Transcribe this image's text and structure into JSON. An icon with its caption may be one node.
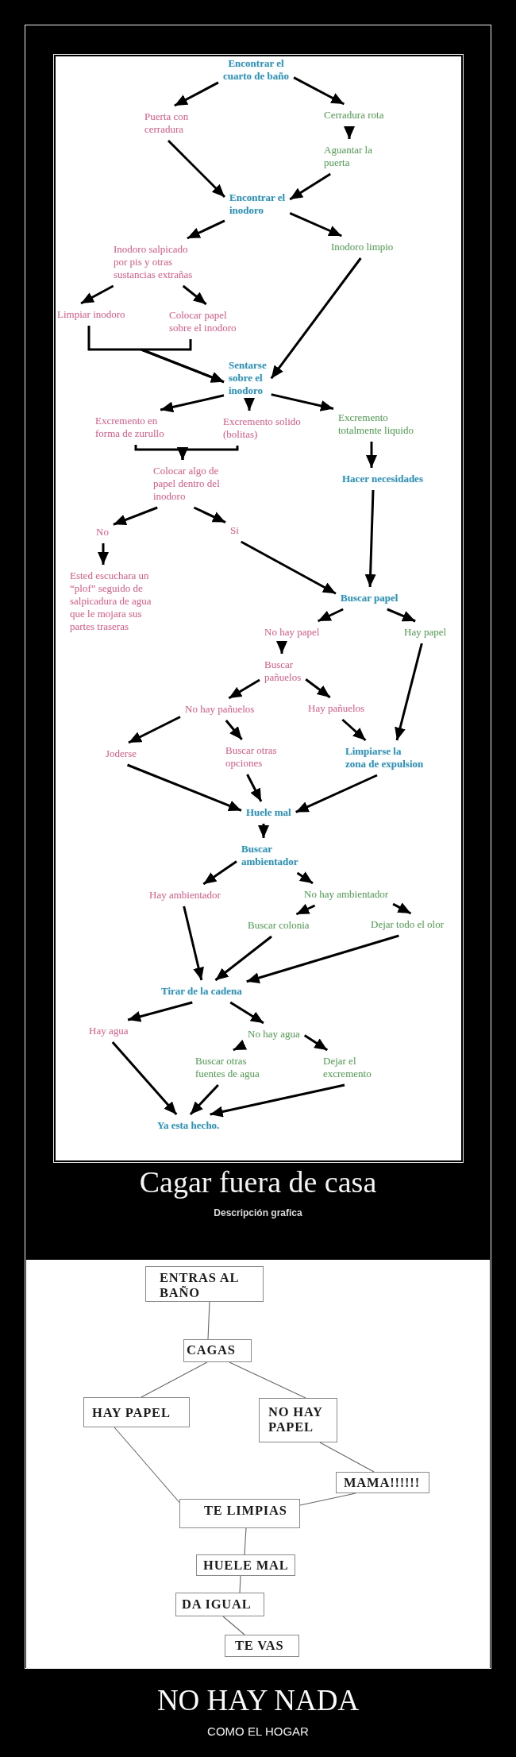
{
  "diagram": {
    "title": "NO HAY NADA",
    "caption": "COMO EL HOGAR",
    "nodes": [
      {
        "text": [
          "Encontrar el cuarto de baño"
        ]
      },
      {
        "text": [
          "Puerta con cerradura"
        ]
      },
      {
        "text": [
          "Cerradura rota"
        ]
      },
      {
        "text": [
          "Aguantar la puerta"
        ]
      },
      {
        "text": [
          "Encontrar el inodoro"
        ]
      },
      {
        "text": [
          "Inodoro salpicado por pis y otras sustancias extrañas"
        ]
      },
      {
        "text": [
          "Inodoro limpio"
        ]
      },
      {
        "text": [
          "Limpiar inodoro"
        ]
      },
      {
        "text": [
          "Colocar papel sobre el inodoro"
        ]
      },
      {
        "text": [
          "Sentarse sobre el inodoro"
        ]
      },
      {
        "text": [
          "Excremento en forma de zurullo"
        ]
      },
      {
        "text": [
          "Excremento solido (bolitas)"
        ]
      },
      {
        "text": [
          "Excremento totalmente liquido"
        ]
      },
      {
        "text": [
          "Colocar algo de papel dentro del inodoro"
        ]
      },
      {
        "text": [
          "Hacer necesidades"
        ]
      },
      {
        "text": [
          "No"
        ]
      },
      {
        "text": [
          "Si"
        ]
      },
      {
        "text": [
          "Ested escuchara un “plof” seguido de salpicadura de agua que le mojara sus partes traseras"
        ]
      },
      {
        "text": [
          "Buscar papel"
        ]
      },
      {
        "text": [
          "No hay papel"
        ]
      },
      {
        "text": [
          "Hay papel"
        ]
      },
      {
        "text": [
          "Buscar pañuelos"
        ]
      },
      {
        "text": [
          "No hay pañuelos"
        ]
      },
      {
        "text": [
          "Hay pañuelos"
        ]
      },
      {
        "text": [
          "Joderse"
        ]
      },
      {
        "text": [
          "Buscar otras opciones"
        ]
      },
      {
        "text": [
          "Limpiarse la zona de expulsion"
        ]
      },
      {
        "text": [
          "Huele mal"
        ]
      },
      {
        "text": [
          "Buscar ambientador"
        ]
      },
      {
        "text": [
          "Hay ambientador"
        ]
      },
      {
        "text": [
          "No hay ambientador"
        ]
      },
      {
        "text": [
          "Buscar colonia"
        ]
      },
      {
        "text": [
          "Dejar todo el olor"
        ]
      },
      {
        "text": [
          "Tirar de la cadena"
        ]
      },
      {
        "text": [
          "Hay agua"
        ]
      },
      {
        "text": [
          "No hay agua"
        ]
      },
      {
        "text": [
          "Buscar otras fuentes de agua"
        ]
      },
      {
        "text": [
          "Dejar el excremento"
        ]
      },
      {
        "text": [
          "Ya esta hecho."
        ]
      },
      {
        "text": [
          "ENTRAS AL BAÑO"
        ]
      },
      {
        "text": [
          "CAGAS"
        ]
      },
      {
        "text": [
          "HAY PAPEL"
        ]
      },
      {
        "text": [
          "NO HAY PAPEL"
        ]
      },
      {
        "text": [
          "MAMA!!!!!!"
        ]
      },
      {
        "text": [
          "TE LIMPIAS"
        ]
      },
      {
        "text": [
          "HUELE MAL"
        ]
      },
      {
        "text": [
          "DA IGUAL"
        ]
      },
      {
        "text": [
          "TE VAS"
        ]
      }
    ],
    "edges": [
      {
        "from": 0,
        "to": 1,
        "arrow": "to"
      },
      {
        "from": 0,
        "to": 2,
        "arrow": "to"
      },
      {
        "from": 2,
        "to": 3,
        "arrow": "to"
      },
      {
        "from": 1,
        "to": 4,
        "arrow": "to"
      },
      {
        "from": 3,
        "to": 4,
        "arrow": "to"
      },
      {
        "from": 4,
        "to": 5,
        "arrow": "to"
      },
      {
        "from": 4,
        "to": 6,
        "arrow": "to"
      },
      {
        "from": 5,
        "to": 7,
        "arrow": "to"
      },
      {
        "from": 5,
        "to": 8,
        "arrow": "to"
      },
      {
        "from": 7,
        "to": 9,
        "arrow": "to"
      },
      {
        "from": 8,
        "to": 9,
        "arrow": "to"
      },
      {
        "from": 6,
        "to": 9,
        "arrow": "to"
      },
      {
        "from": 9,
        "to": 10,
        "arrow": "to"
      },
      {
        "from": 9,
        "to": 11,
        "arrow": "to"
      },
      {
        "from": 9,
        "to": 12,
        "arrow": "to"
      },
      {
        "from": 10,
        "to": 13,
        "arrow": "to"
      },
      {
        "from": 11,
        "to": 13,
        "arrow": "to"
      },
      {
        "from": 12,
        "to": 14,
        "arrow": "to"
      },
      {
        "from": 13,
        "to": 15,
        "arrow": "to"
      },
      {
        "from": 13,
        "to": 16,
        "arrow": "to"
      },
      {
        "from": 15,
        "to": 17,
        "arrow": "to"
      },
      {
        "from": 16,
        "to": 18,
        "arrow": "to"
      },
      {
        "from": 14,
        "to": 18,
        "arrow": "to"
      },
      {
        "from": 18,
        "to": 19,
        "arrow": "to"
      },
      {
        "from": 18,
        "to": 20,
        "arrow": "to"
      },
      {
        "from": 19,
        "to": 21,
        "arrow": "to"
      },
      {
        "from": 21,
        "to": 22,
        "arrow": "to"
      },
      {
        "from": 21,
        "to": 23,
        "arrow": "to"
      },
      {
        "from": 22,
        "to": 24,
        "arrow": "to"
      },
      {
        "from": 22,
        "to": 25,
        "arrow": "to"
      },
      {
        "from": 23,
        "to": 26,
        "arrow": "to"
      },
      {
        "from": 20,
        "to": 26,
        "arrow": "to"
      },
      {
        "from": 24,
        "to": 27,
        "arrow": "to"
      },
      {
        "from": 25,
        "to": 27,
        "arrow": "to"
      },
      {
        "from": 26,
        "to": 27,
        "arrow": "to"
      },
      {
        "from": 27,
        "to": 28,
        "arrow": "to"
      },
      {
        "from": 28,
        "to": 29,
        "arrow": "to"
      },
      {
        "from": 28,
        "to": 30,
        "arrow": "to"
      },
      {
        "from": 30,
        "to": 31,
        "arrow": "to"
      },
      {
        "from": 30,
        "to": 32,
        "arrow": "to"
      },
      {
        "from": 29,
        "to": 33,
        "arrow": "to"
      },
      {
        "from": 31,
        "to": 33,
        "arrow": "to"
      },
      {
        "from": 32,
        "to": 33,
        "arrow": "to"
      },
      {
        "from": 33,
        "to": 34,
        "arrow": "to"
      },
      {
        "from": 33,
        "to": 35,
        "arrow": "to"
      },
      {
        "from": 35,
        "to": 36,
        "arrow": "to"
      },
      {
        "from": 35,
        "to": 37,
        "arrow": "to"
      },
      {
        "from": 34,
        "to": 38,
        "arrow": "to"
      },
      {
        "from": 36,
        "to": 38,
        "arrow": "to"
      },
      {
        "from": 37,
        "to": 38,
        "arrow": "to"
      },
      {
        "from": 39,
        "to": 40,
        "arrow": "none",
        "color": "#666666"
      },
      {
        "from": 40,
        "to": 41,
        "arrow": "none",
        "color": "#666666"
      },
      {
        "from": 40,
        "to": 42,
        "arrow": "none",
        "color": "#666666"
      },
      {
        "from": 41,
        "to": 44,
        "arrow": "none",
        "color": "#666666"
      },
      {
        "from": 42,
        "to": 43,
        "arrow": "none",
        "color": "#666666"
      },
      {
        "from": 43,
        "to": 44,
        "arrow": "none",
        "color": "#666666"
      },
      {
        "from": 44,
        "to": 45,
        "arrow": "none",
        "color": "#666666"
      },
      {
        "from": 45,
        "to": 46,
        "arrow": "none",
        "color": "#666666"
      },
      {
        "from": 46,
        "to": 47,
        "arrow": "none",
        "color": "#666666"
      }
    ],
    "labels": [
      "Cagar fuera de casa",
      "Descripción grafica"
    ]
  }
}
